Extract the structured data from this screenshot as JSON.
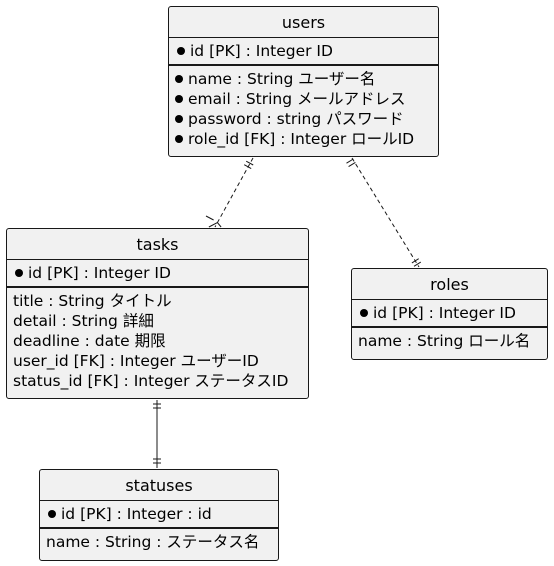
{
  "entities": {
    "users": {
      "title": "users",
      "pk": "id [PK] : Integer ID",
      "attributes": [
        "name : String ユーザー名",
        "email : String メールアドレス",
        "password : string パスワード",
        "role_id [FK] : Integer ロールID"
      ]
    },
    "tasks": {
      "title": "tasks",
      "pk": "id [PK] : Integer ID",
      "attributes": [
        "title : String タイトル",
        "detail : String 詳細",
        "deadline : date 期限",
        "user_id [FK] : Integer ユーザーID",
        "status_id [FK] : Integer ステータスID"
      ]
    },
    "roles": {
      "title": "roles",
      "pk": "id [PK] : Integer ID",
      "attributes": [
        "name : String ロール名"
      ]
    },
    "statuses": {
      "title": "statuses",
      "pk": "id [PK] : Integer : id",
      "attributes": [
        "name : String : ステータス名"
      ]
    }
  },
  "relationships": [
    {
      "from": "users",
      "to": "tasks",
      "from_cardinality": "exactly-one",
      "to_cardinality": "one-or-many"
    },
    {
      "from": "users",
      "to": "roles",
      "from_cardinality": "exactly-one",
      "to_cardinality": "exactly-one"
    },
    {
      "from": "tasks",
      "to": "statuses",
      "from_cardinality": "exactly-one",
      "to_cardinality": "exactly-one"
    }
  ],
  "colors": {
    "entity_fill": "#f1f1f1",
    "border": "#181818",
    "text": "#000000"
  }
}
